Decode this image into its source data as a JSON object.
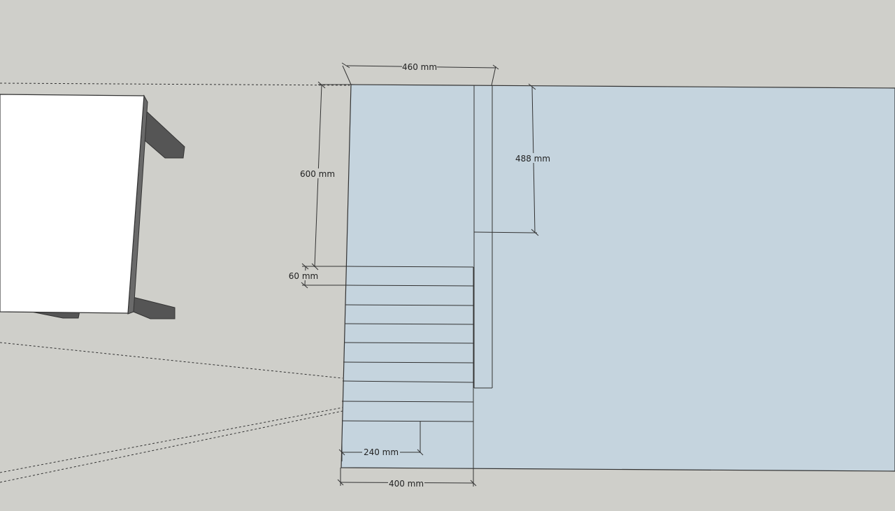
{
  "colors": {
    "background": "#cfcfca",
    "wall": "#c5d4de",
    "table_top": "#ffffff",
    "table_edge": "#555555",
    "line": "#333333"
  },
  "dimensions": {
    "width_total": "460 mm",
    "height_total": "600 mm",
    "height_opening": "488 mm",
    "slat_gap": "60 mm",
    "slat_depth": "240 mm",
    "base_width": "400 mm"
  }
}
